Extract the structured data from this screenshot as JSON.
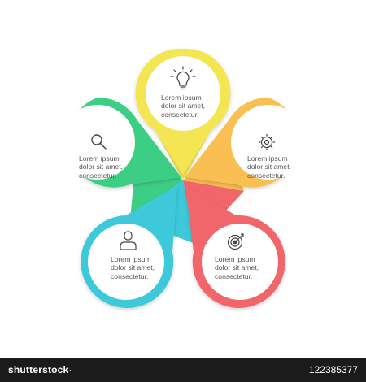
{
  "colors": {
    "yellow": "#f4e552",
    "orange": "#f9bf52",
    "red": "#f1666a",
    "cyan": "#3dc9da",
    "green": "#3dce86"
  },
  "segments": [
    {
      "id": "top",
      "color_key": "yellow",
      "icon": "lightbulb-icon",
      "lines": [
        "Lorem ipsum",
        "dolor sit amet,",
        "consectetur."
      ]
    },
    {
      "id": "right",
      "color_key": "orange",
      "icon": "gear-icon",
      "lines": [
        "Lorem ipsum",
        "dolor sit amet,",
        "consectetur."
      ]
    },
    {
      "id": "bottom-right",
      "color_key": "red",
      "icon": "target-icon",
      "lines": [
        "Lorem ipsum",
        "dolor sit amet,",
        "consectetur."
      ]
    },
    {
      "id": "bottom-left",
      "color_key": "cyan",
      "icon": "user-icon",
      "lines": [
        "Lorem ipsum",
        "dolor sit amet,",
        "consectetur."
      ]
    },
    {
      "id": "left",
      "color_key": "green",
      "icon": "search-icon",
      "lines": [
        "Lorem ipsum",
        "dolor sit amet,",
        "consectetur."
      ]
    }
  ],
  "watermark": {
    "brand_bold": "shutterstock",
    "brand_suffix": "·",
    "image_id": "122385377"
  }
}
